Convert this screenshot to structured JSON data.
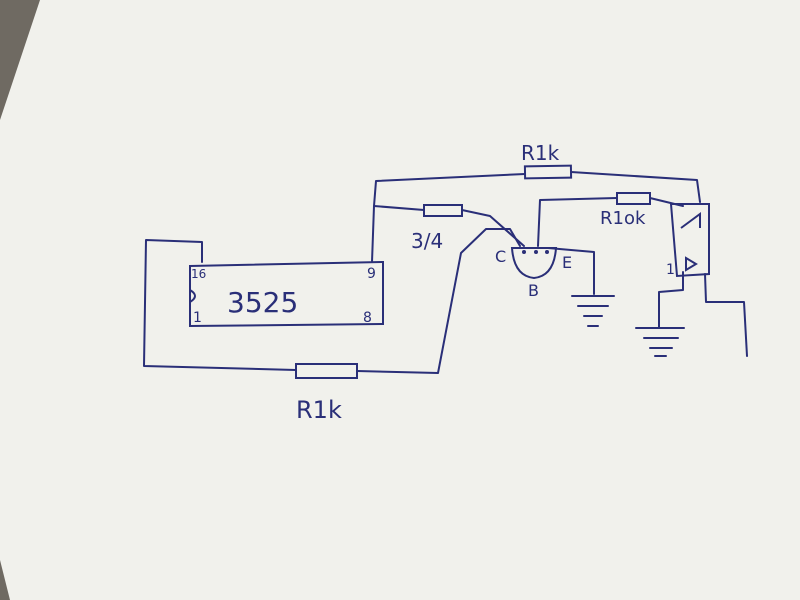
{
  "ic": {
    "name": "3525",
    "pin_top_left": "16",
    "pin_top_right": "9",
    "pin_bottom_left": "1",
    "pin_bottom_right": "8"
  },
  "resistors": {
    "top": "R1k",
    "feedback": "R1ok",
    "bottom": "R1k"
  },
  "diode": {
    "label": "3/4"
  },
  "transistor": {
    "collector": "C",
    "base": "B",
    "emitter": "E"
  },
  "optocoupler": {
    "pin_label": "1"
  },
  "colors": {
    "ink": "#2a2f78",
    "paper": "#f1f1ec",
    "background": "#6f6a62"
  }
}
